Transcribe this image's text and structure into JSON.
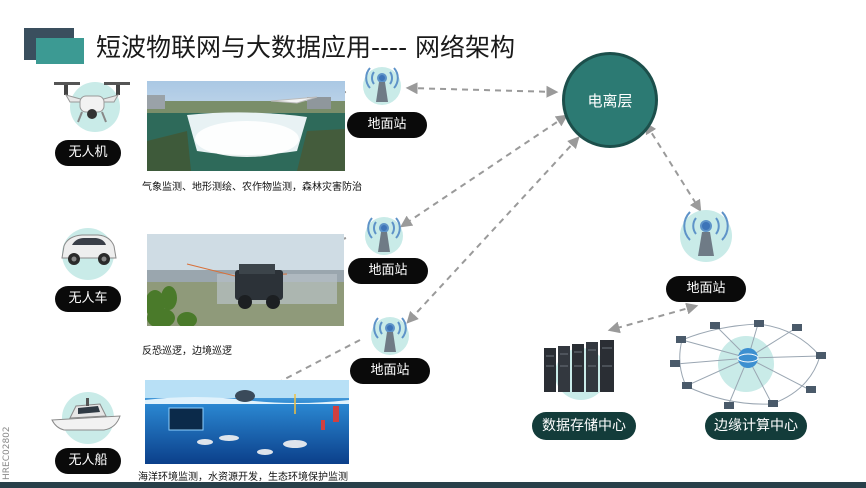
{
  "title": "短波物联网与大数据应用---- 网络架构",
  "nodes": {
    "ionosphere": "电离层",
    "ground_station": "地面站",
    "drone": "无人机",
    "vehicle": "无人车",
    "ship": "无人船",
    "data_center": "数据存储中心",
    "edge_center": "边缘计算中心"
  },
  "captions": {
    "drone": "气象监测、地形测绘、农作物监测，森林灾害防治",
    "vehicle": "反恐巡逻，边境巡逻",
    "ship": "海洋环境监测，水资源开发，生态环境保护监测"
  },
  "side_code": "HREC02802",
  "colors": {
    "accent": "#2c7a73",
    "halo": "#c9ebe8",
    "pill": "#0a0a0a",
    "pill_dark": "#133c3a",
    "arrow": "#9a9a9a"
  },
  "icons": [
    "drone-icon",
    "car-icon",
    "boat-icon",
    "antenna-icon",
    "server-rack-icon",
    "edge-network-icon"
  ]
}
